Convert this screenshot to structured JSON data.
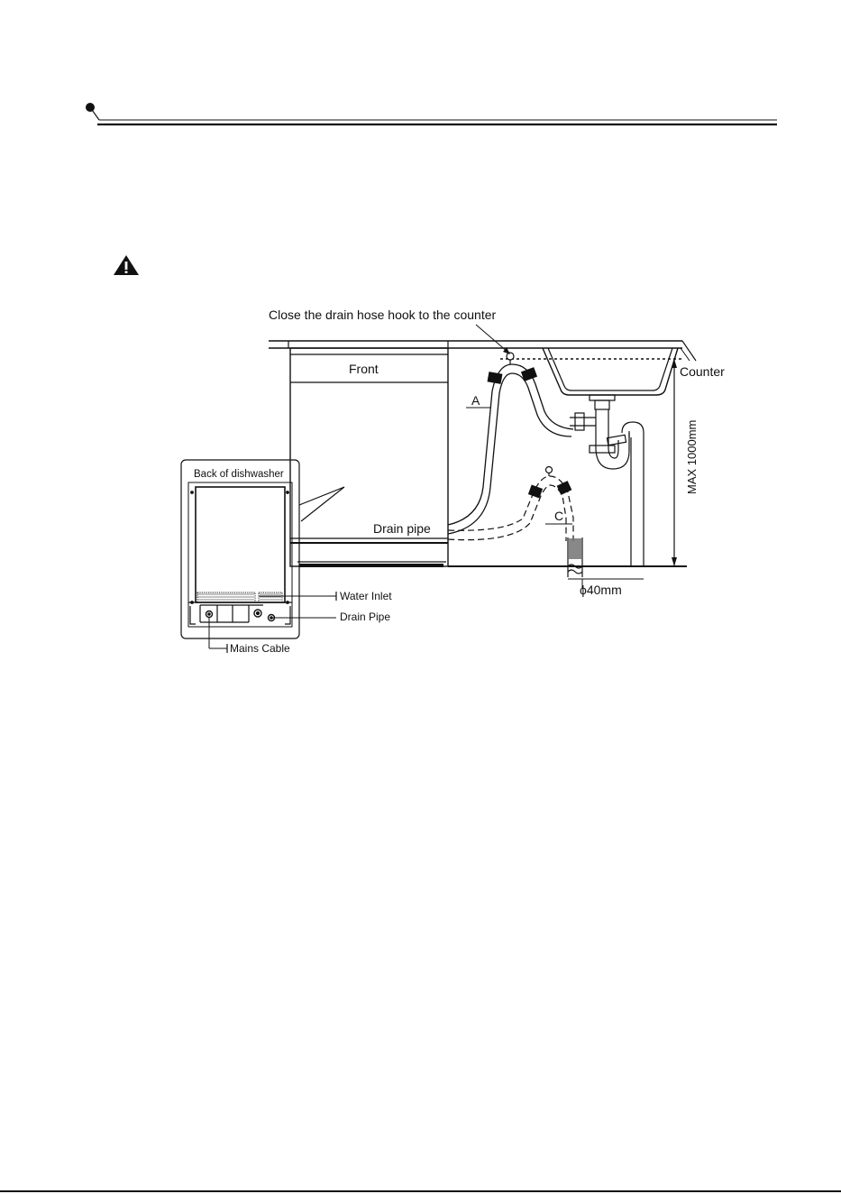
{
  "diagram": {
    "hook_instruction": "Close the drain hose hook to the counter",
    "front_label": "Front",
    "counter_label": "Counter",
    "max_height_label": "MAX 1000mm",
    "hose_a_label": "A",
    "hose_c_label": "C",
    "drain_pipe_label": "Drain pipe",
    "diameter_label": "ϕ40mm",
    "inset_title": "Back of dishwasher",
    "water_inlet_label": "Water Inlet",
    "drain_pipe_inset_label": "Drain Pipe",
    "mains_cable_label": "Mains Cable"
  },
  "icons": {
    "warning": "warning-triangle-icon",
    "header_bullet": "header-bullet-icon"
  },
  "colors": {
    "ink": "#111111",
    "paper": "#ffffff"
  }
}
